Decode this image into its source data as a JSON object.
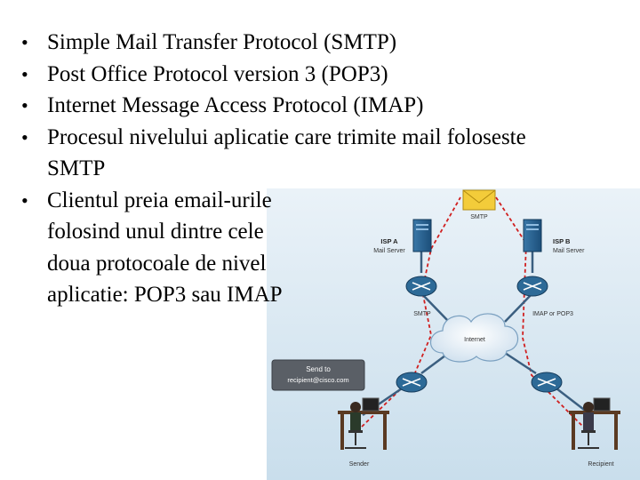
{
  "bullets": [
    {
      "text": "Simple Mail Transfer Protocol (SMTP)"
    },
    {
      "text": "Post Office Protocol version 3 (POP3)"
    },
    {
      "text": "Internet Message Access Protocol (IMAP)"
    },
    {
      "text": "Procesul nivelului aplicatie care trimite mail foloseste SMTP"
    },
    {
      "text": "Clientul preia email-urile folosind unul dintre cele doua protocoale de nivel aplicatie: POP3 sau IMAP"
    }
  ],
  "diagram": {
    "smtp_top_label": "SMTP",
    "isp_a_title": "ISP A",
    "isp_a_sub": "Mail Server",
    "isp_b_title": "ISP B",
    "isp_b_sub": "Mail Server",
    "smtp_left_label": "SMTP",
    "imap_pop3_label": "IMAP or POP3",
    "internet_label": "Internet",
    "callout_line1": "Send to",
    "callout_line2": "recipient@cisco.com",
    "sender_label": "Sender",
    "recipient_label": "Recipient"
  }
}
